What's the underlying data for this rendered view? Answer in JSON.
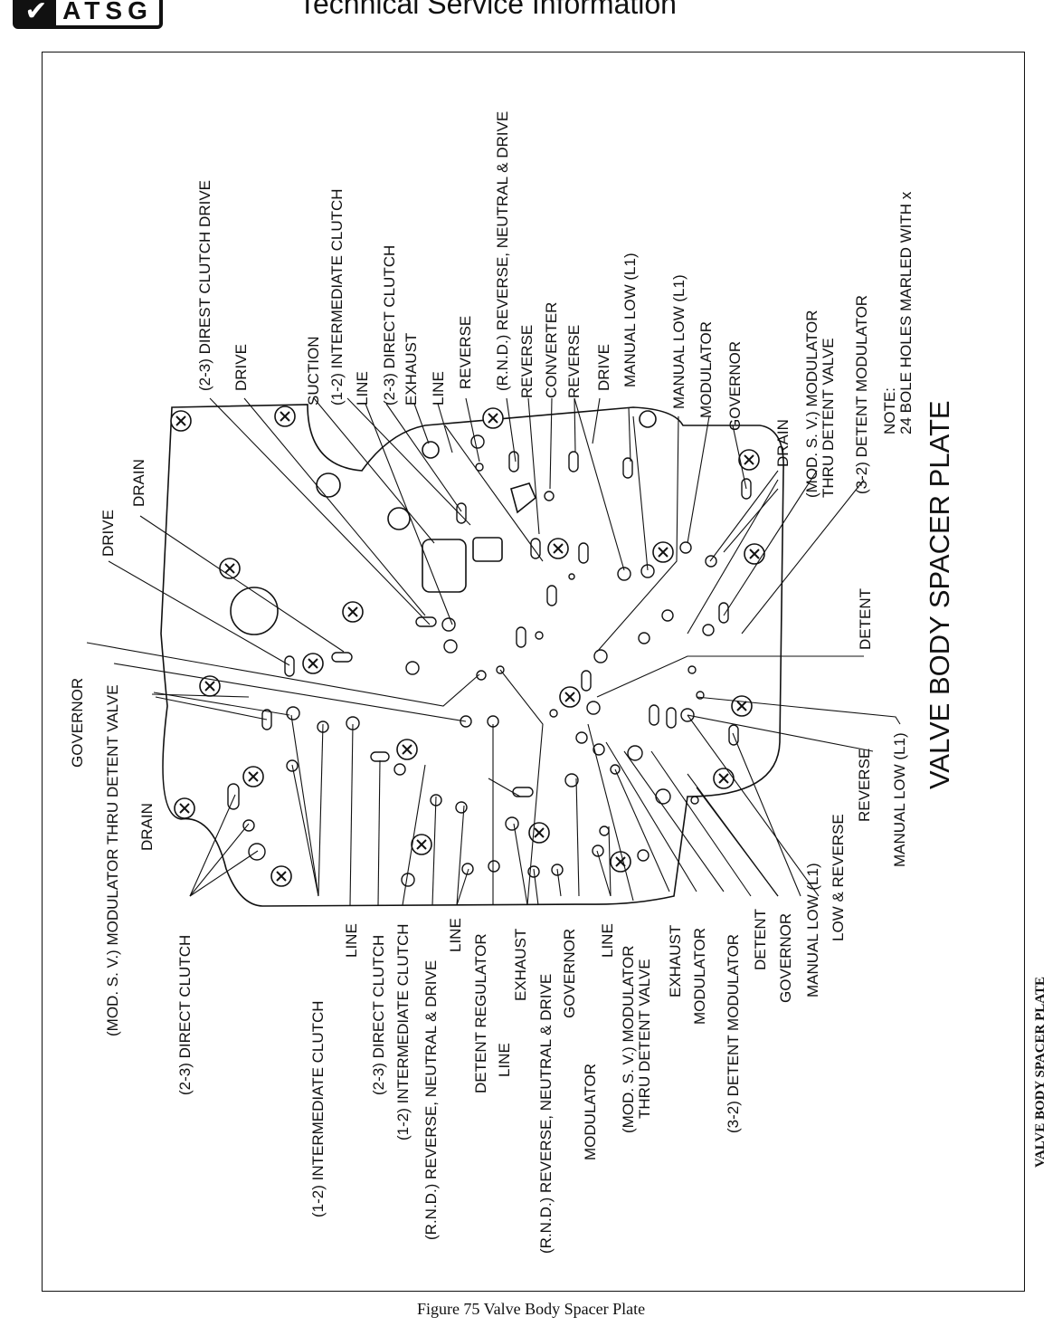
{
  "header": {
    "logo_text": "ATSG",
    "title": "Technical Service Information"
  },
  "side_title": "VALVE BODY SPACER PLATE",
  "caption": "Figure 75 Valve Body Spacer  Plate",
  "diagram": {
    "main_title": "VALVE BODY SPACER PLATE",
    "note_line1": "NOTE:",
    "note_line2": "24 BOLE HOLES MARLED WITH x",
    "top_labels": {
      "direst_clutch_drive": "(2-3) DIREST CLUTCH DRIVE",
      "drive_a": "DRIVE",
      "suction": "SUCTION",
      "intermediate_clutch": "(1-2) INTERMEDIATE CLUTCH",
      "line_a": "LINE",
      "direct_clutch": "(2-3) DIRECT CLUTCH",
      "exhaust": "EXHAUST",
      "line_b": "LINE",
      "reverse_a": "REVERSE",
      "rnd_reverse": "(R.N.D.) REVERSE, NEUTRAL & DRIVE",
      "reverse_b": "REVERSE",
      "converter": "CONVERTER",
      "reverse_c": "REVERSE",
      "drive_b": "DRIVE",
      "manual_low_a": "MANUAL LOW (L1)",
      "manual_low_b": "MANUAL LOW (L1)",
      "modulator": "MODULATOR",
      "governor": "GOVERNOR",
      "drain": "DRAIN",
      "mod_sv_1": "(MOD. S. V.) MODULATOR",
      "mod_sv_2": "THRU DETENT VALVE",
      "detent_modulator": "(3-2) DETENT MODULATOR"
    },
    "left_labels": {
      "drive": "DRIVE",
      "drain": "DRAIN",
      "governor": "GOVERNOR",
      "mod_sv": "(MOD. S. V.) MODULATOR THRU DETENT VALVE",
      "drain_b": "DRAIN",
      "direct_clutch": "(2-3) DIRECT CLUTCH"
    },
    "right_labels": {
      "detent": "DETENT",
      "manual_low": "MANUAL LOW (L1)",
      "reverse": "REVERSE"
    },
    "bottom_labels": {
      "intermediate_clutch": "(1-2) INTERMEDIATE CLUTCH",
      "line_a": "LINE",
      "direct_clutch": "(2-3) DIRECT CLUTCH",
      "intermediate_clutch_b": "(1-2) INTERMEDIATE CLUTCH",
      "rnd_a": "(R.N.D.) REVERSE, NEUTRAL & DRIVE",
      "line_b": "LINE",
      "detent_regulator": "DETENT REGULATOR",
      "line_c": "LINE",
      "exhaust_a": "EXHAUST",
      "rnd_b": "(R.N.D.) REVERSE, NEUTRAL & DRIVE",
      "governor_a": "GOVERNOR",
      "modulator_a": "MODULATOR",
      "line_d": "LINE",
      "mod_sv_1": "(MOD. S. V.) MODULATOR",
      "mod_sv_2": "THRU DETENT VALVE",
      "exhaust_b": "EXHAUST",
      "modulator_b": "MODULATOR",
      "detent_modulator": "(3-2) DETENT MODULATOR",
      "detent": "DETENT",
      "governor_b": "GOVERNOR",
      "manual_low": "MANUAL LOW (L1)",
      "low_reverse": "LOW & REVERSE"
    }
  }
}
